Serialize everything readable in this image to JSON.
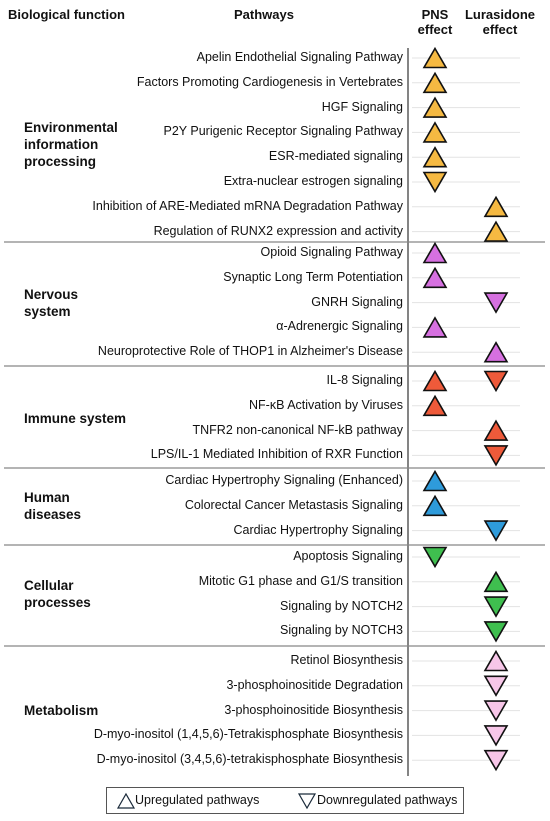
{
  "headers": {
    "biological_function": "Biological function",
    "pathways": "Pathways",
    "pns_line1": "PNS",
    "pns_line2": "effect",
    "lurasidone_line1": "Lurasidone",
    "lurasidone_line2": "effect"
  },
  "colors": {
    "environmental": "#F5B942",
    "nervous": "#D670E0",
    "immune": "#EE5A3A",
    "human_diseases": "#2E9BDB",
    "cellular": "#3FBF4F",
    "metabolism": "#F7C6E8"
  },
  "groups": [
    {
      "label_lines": [
        "Environmental",
        "information",
        "processing"
      ],
      "color_key": "environmental",
      "pathways": [
        {
          "name": "Apelin Endothelial Signaling Pathway",
          "pns": "up",
          "lurasidone": null
        },
        {
          "name": "Factors Promoting Cardiogenesis in Vertebrates",
          "pns": "up",
          "lurasidone": null
        },
        {
          "name": "HGF Signaling",
          "pns": "up",
          "lurasidone": null
        },
        {
          "name": "P2Y Purigenic Receptor Signaling Pathway",
          "pns": "up",
          "lurasidone": null
        },
        {
          "name": "ESR-mediated signaling",
          "pns": "up",
          "lurasidone": null
        },
        {
          "name": "Extra-nuclear estrogen signaling",
          "pns": "down",
          "lurasidone": null
        },
        {
          "name": "Inhibition of ARE-Mediated mRNA Degradation Pathway",
          "pns": null,
          "lurasidone": "up"
        },
        {
          "name": "Regulation of RUNX2 expression and activity",
          "pns": null,
          "lurasidone": "up"
        }
      ]
    },
    {
      "label_lines": [
        "Nervous",
        "system"
      ],
      "color_key": "nervous",
      "pathways": [
        {
          "name": "Opioid Signaling Pathway",
          "pns": "up",
          "lurasidone": null
        },
        {
          "name": "Synaptic Long Term Potentiation",
          "pns": "up",
          "lurasidone": null
        },
        {
          "name": "GNRH Signaling",
          "pns": null,
          "lurasidone": "down"
        },
        {
          "name": "α-Adrenergic Signaling",
          "pns": "up",
          "lurasidone": null
        },
        {
          "name": "Neuroprotective Role of THOP1 in Alzheimer's Disease",
          "pns": null,
          "lurasidone": "up"
        }
      ]
    },
    {
      "label_lines": [
        "Immune system"
      ],
      "color_key": "immune",
      "pathways": [
        {
          "name": "IL-8 Signaling",
          "pns": "up",
          "lurasidone": "down"
        },
        {
          "name": "NF-κB Activation by Viruses",
          "pns": "up",
          "lurasidone": null
        },
        {
          "name": "TNFR2 non-canonical NF-kB pathway",
          "pns": null,
          "lurasidone": "up"
        },
        {
          "name": "LPS/IL-1 Mediated Inhibition of RXR Function",
          "pns": null,
          "lurasidone": "down"
        }
      ]
    },
    {
      "label_lines": [
        "Human",
        "diseases"
      ],
      "color_key": "human_diseases",
      "pathways": [
        {
          "name": "Cardiac Hypertrophy Signaling (Enhanced)",
          "pns": "up",
          "lurasidone": null
        },
        {
          "name": "Colorectal Cancer Metastasis Signaling",
          "pns": "up",
          "lurasidone": null
        },
        {
          "name": "Cardiac Hypertrophy Signaling",
          "pns": null,
          "lurasidone": "down"
        }
      ]
    },
    {
      "label_lines": [
        "Cellular",
        "processes"
      ],
      "color_key": "cellular",
      "pathways": [
        {
          "name": "Apoptosis Signaling",
          "pns": "down",
          "lurasidone": null
        },
        {
          "name": "Mitotic G1 phase and G1/S transition",
          "pns": null,
          "lurasidone": "up"
        },
        {
          "name": "Signaling by NOTCH2",
          "pns": null,
          "lurasidone": "down"
        },
        {
          "name": "Signaling by NOTCH3",
          "pns": null,
          "lurasidone": "down"
        }
      ]
    },
    {
      "label_lines": [
        "Metabolism"
      ],
      "color_key": "metabolism",
      "pathways": [
        {
          "name": "Retinol Biosynthesis",
          "pns": null,
          "lurasidone": "up"
        },
        {
          "name": "3-phosphoinositide Degradation",
          "pns": null,
          "lurasidone": "down"
        },
        {
          "name": "3-phosphoinositide Biosynthesis",
          "pns": null,
          "lurasidone": "down"
        },
        {
          "name": "D-myo-inositol (1,4,5,6)-Tetrakisphosphate Biosynthesis",
          "pns": null,
          "lurasidone": "down"
        },
        {
          "name": "D-myo-inositol (3,4,5,6)-tetrakisphosphate Biosynthesis",
          "pns": null,
          "lurasidone": "down"
        }
      ]
    }
  ],
  "legend": {
    "up_label": "Upregulated pathways",
    "down_label": "Downregulated pathways"
  }
}
